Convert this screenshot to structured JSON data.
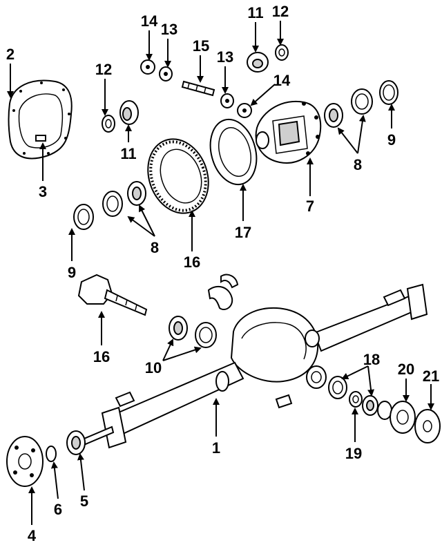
{
  "diagram": {
    "callouts": [
      {
        "id": "c1",
        "text": "1"
      },
      {
        "id": "c2",
        "text": "2"
      },
      {
        "id": "c3",
        "text": "3"
      },
      {
        "id": "c4",
        "text": "4"
      },
      {
        "id": "c5",
        "text": "5"
      },
      {
        "id": "c6",
        "text": "6"
      },
      {
        "id": "c7",
        "text": "7"
      },
      {
        "id": "c8a",
        "text": "8"
      },
      {
        "id": "c8b",
        "text": "8"
      },
      {
        "id": "c9a",
        "text": "9"
      },
      {
        "id": "c9b",
        "text": "9"
      },
      {
        "id": "c10",
        "text": "10"
      },
      {
        "id": "c11a",
        "text": "11"
      },
      {
        "id": "c11b",
        "text": "11"
      },
      {
        "id": "c12a",
        "text": "12"
      },
      {
        "id": "c12b",
        "text": "12"
      },
      {
        "id": "c13a",
        "text": "13"
      },
      {
        "id": "c13b",
        "text": "13"
      },
      {
        "id": "c14a",
        "text": "14"
      },
      {
        "id": "c14b",
        "text": "14"
      },
      {
        "id": "c15",
        "text": "15"
      },
      {
        "id": "c16a",
        "text": "16"
      },
      {
        "id": "c16b",
        "text": "16"
      },
      {
        "id": "c17",
        "text": "17"
      },
      {
        "id": "c18",
        "text": "18"
      },
      {
        "id": "c19",
        "text": "19"
      },
      {
        "id": "c20",
        "text": "20"
      },
      {
        "id": "c21",
        "text": "21"
      }
    ]
  }
}
